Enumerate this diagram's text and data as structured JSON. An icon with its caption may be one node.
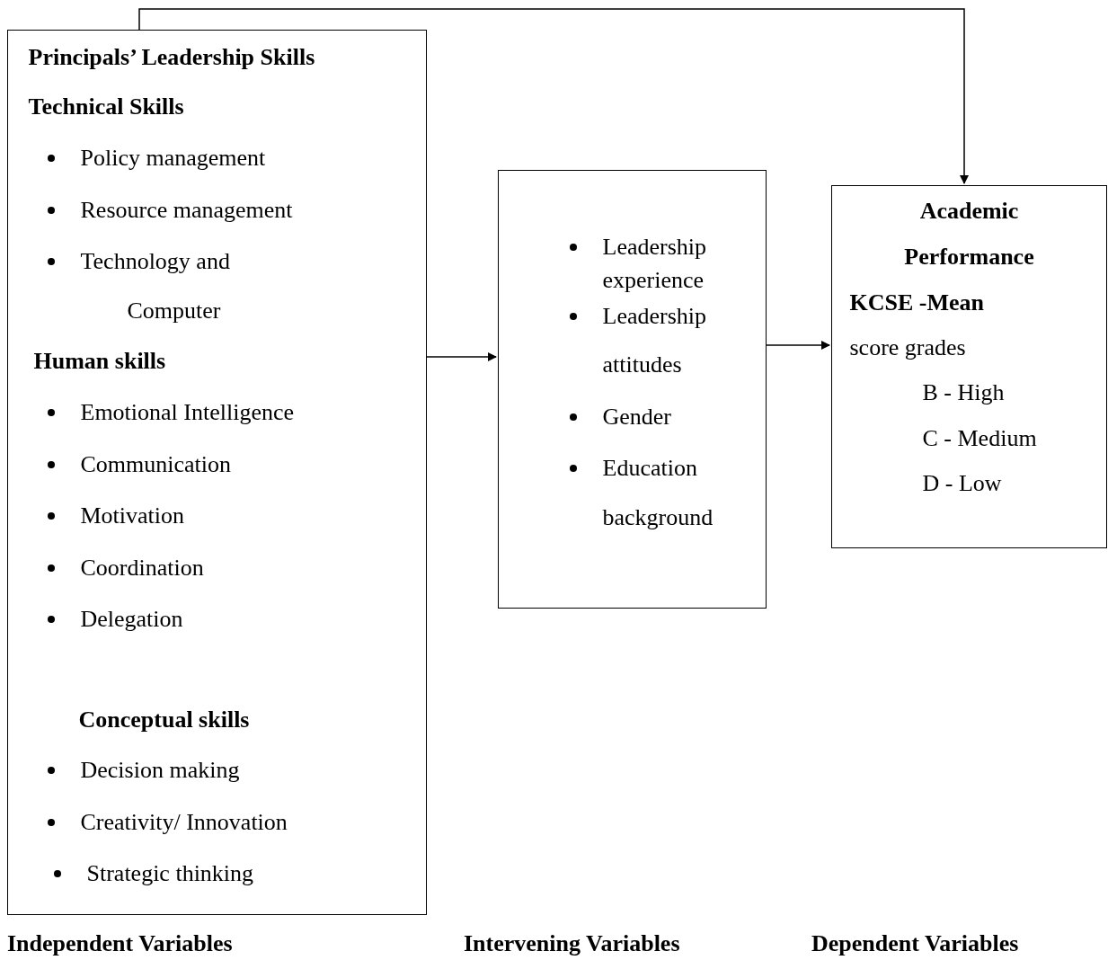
{
  "diagram": {
    "nodes": [
      {
        "text": [
          "Principals’ Leadership Skills",
          "Technical Skills",
          "Policy management",
          "Resource management",
          "Technology and Computer",
          "Human skills",
          "Emotional Intelligence",
          "Communication",
          "Motivation",
          "Coordination",
          "Delegation",
          "Conceptual skills",
          "Decision making",
          "Creativity/ Innovation",
          "Strategic thinking"
        ]
      },
      {
        "text": [
          "Leadership experience",
          "Leadership attitudes",
          "Gender",
          "Education background"
        ]
      },
      {
        "text": [
          "Academic Performance",
          "**KCSE -Mean** score grades",
          "B - High",
          "C - Medium",
          "D - Low"
        ]
      }
    ],
    "edges": [
      {
        "from": 0,
        "to": 1,
        "arrow": "to"
      },
      {
        "from": 1,
        "to": 2,
        "arrow": "to"
      },
      {
        "from": 0,
        "to": 2,
        "arrow": "to"
      }
    ],
    "labels": [
      "Independent Variables",
      "Intervening Variables",
      "Dependent Variables"
    ]
  }
}
